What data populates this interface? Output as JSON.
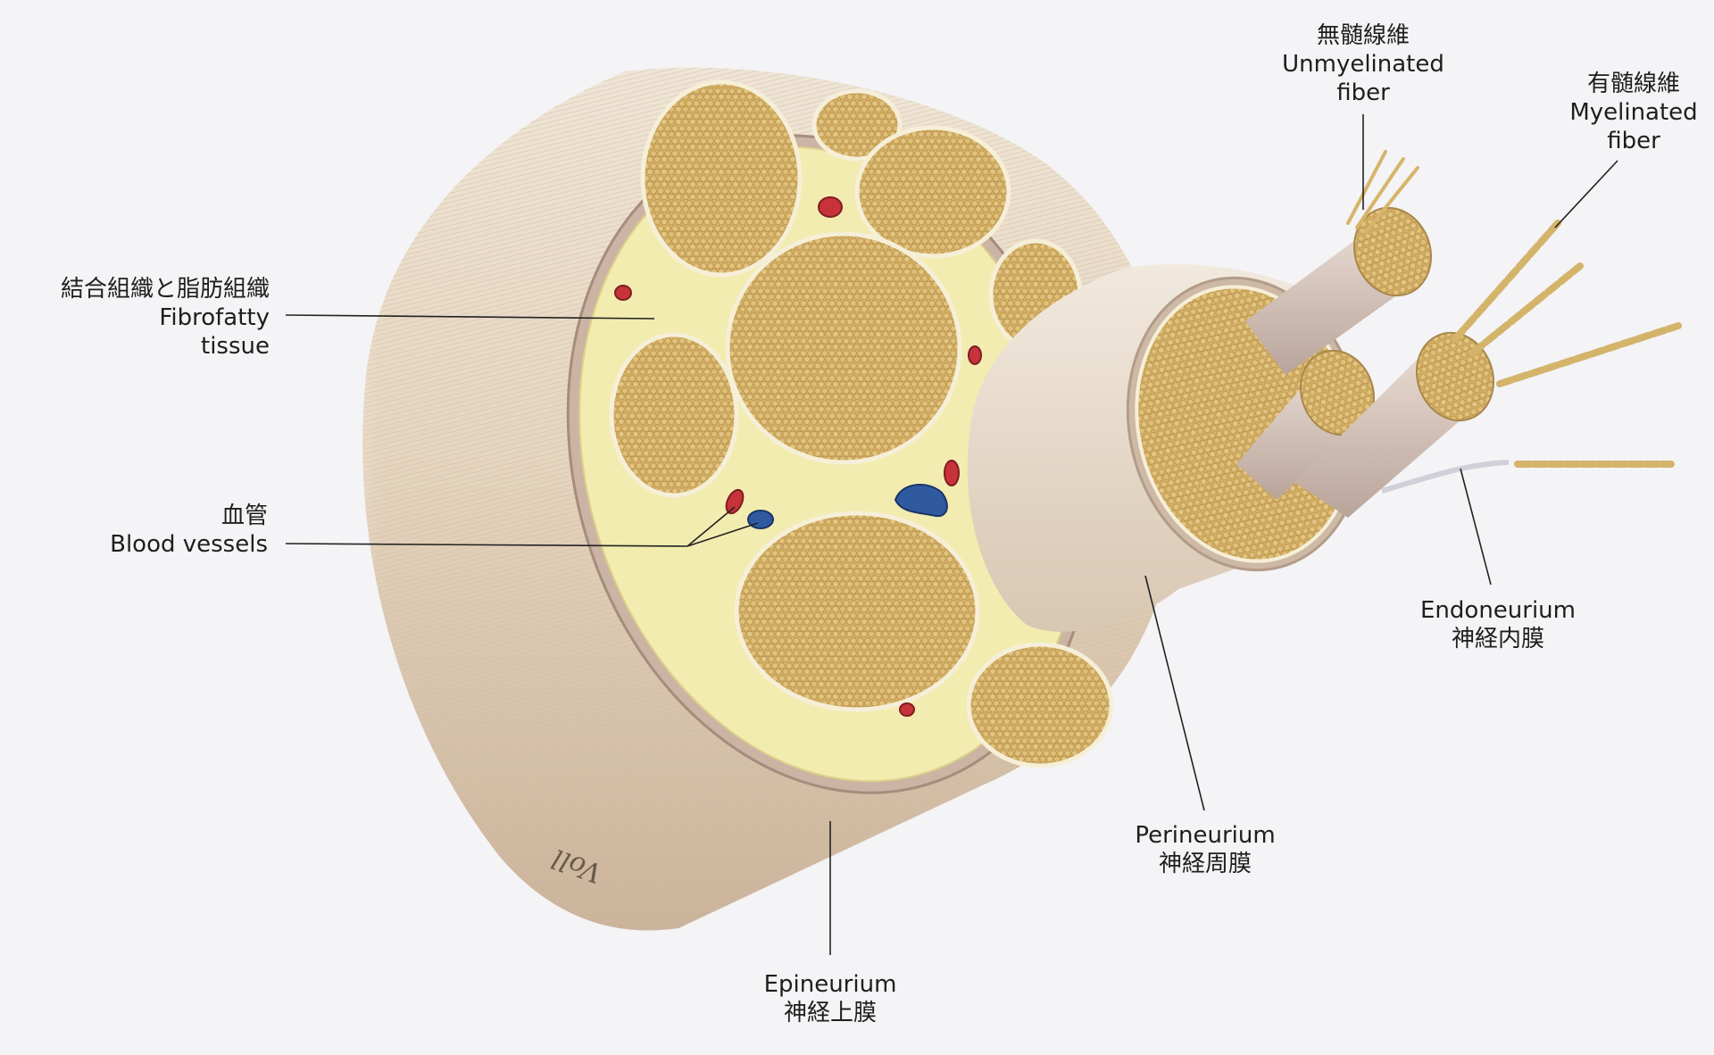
{
  "labels": {
    "unmyelinated": {
      "jp": "無髄線維",
      "en_line1": "Unmyelinated",
      "en_line2": "fiber"
    },
    "myelinated": {
      "jp": "有髄線維",
      "en_line1": "Myelinated",
      "en_line2": "fiber"
    },
    "fibrofatty": {
      "jp": "結合組織と脂肪組織",
      "en_line1": "Fibrofatty",
      "en_line2": "tissue"
    },
    "blood_vessels": {
      "jp": "血管",
      "en": "Blood vessels"
    },
    "endoneurium": {
      "en": "Endoneurium",
      "jp": "神経内膜"
    },
    "perineurium": {
      "en": "Perineurium",
      "jp": "神経周膜"
    },
    "epineurium": {
      "en": "Epineurium",
      "jp": "神経上膜"
    }
  },
  "signature": "Voll",
  "colors": {
    "background": "#f4f3f6",
    "epineurium": "#e6d6c2",
    "fibrofatty": "#f2ecb0",
    "fascicle": "#d9b66c",
    "artery": "#c8323a",
    "vein": "#2f5aa0",
    "leader_line": "#222222"
  }
}
